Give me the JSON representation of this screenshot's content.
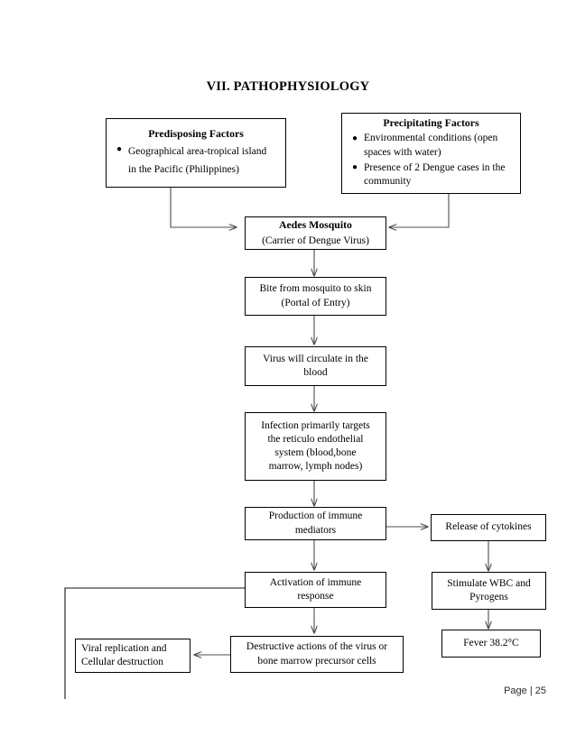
{
  "document": {
    "title": "VII. PATHOPHYSIOLOGY",
    "footer": "Page | 25"
  },
  "chart_data": {
    "type": "diagram",
    "subtype": "flowchart",
    "title": "VII. PATHOPHYSIOLOGY",
    "orientation": "top-to-bottom",
    "nodes": [
      {
        "id": "predisposing",
        "title": "Predisposing Factors",
        "bullets": [
          "Geographical area-tropical island",
          "in the Pacific  (Philippines)"
        ]
      },
      {
        "id": "precipitating",
        "title": "Precipitating  Factors",
        "bullets": [
          "Environmental  conditions  (open spaces with water)",
          "Presence of 2 Dengue  cases  in the community"
        ]
      },
      {
        "id": "aedes",
        "title": "Aedes  Mosquito",
        "sub": "(Carrier of Dengue  Virus)"
      },
      {
        "id": "bite",
        "line1": "Bite  from  mosquito  to skin",
        "line2": "(Portal of Entry)"
      },
      {
        "id": "circulate",
        "line1": "Virus  will  circulate  in the",
        "line2": "blood"
      },
      {
        "id": "infection",
        "line1": "Infection  primarily  targets",
        "line2": "the reticulo  endothelial",
        "line3": "system (blood,bone",
        "line4": "marrow,  lymph nodes)"
      },
      {
        "id": "mediators",
        "line1": "Production  of immune",
        "line2": "mediators"
      },
      {
        "id": "cytokines",
        "line1": "Release  of cytokines"
      },
      {
        "id": "activation",
        "line1": "Activation  of immune",
        "line2": "response"
      },
      {
        "id": "wbc",
        "line1": "Stimulate  WBC and",
        "line2": "Pyrogens"
      },
      {
        "id": "fever",
        "line1": "Fever 38.2°C"
      },
      {
        "id": "destructive",
        "line1": "Destructive  actions  of the virus  or",
        "line2": "bone marrow  precursor  cells"
      },
      {
        "id": "viral",
        "line1": "Viral replication  and",
        "line2": "Cellular  destruction"
      }
    ],
    "edges": [
      {
        "from": "predisposing",
        "to": "aedes"
      },
      {
        "from": "precipitating",
        "to": "aedes"
      },
      {
        "from": "aedes",
        "to": "bite"
      },
      {
        "from": "bite",
        "to": "circulate"
      },
      {
        "from": "circulate",
        "to": "infection"
      },
      {
        "from": "infection",
        "to": "mediators"
      },
      {
        "from": "mediators",
        "to": "cytokines"
      },
      {
        "from": "mediators",
        "to": "activation"
      },
      {
        "from": "cytokines",
        "to": "wbc"
      },
      {
        "from": "wbc",
        "to": "fever"
      },
      {
        "from": "activation",
        "to": "destructive"
      },
      {
        "from": "destructive",
        "to": "viral"
      },
      {
        "from": "activation",
        "to": "feedback-loop-left"
      }
    ],
    "colors": {
      "box_border": "#000000",
      "arrow": "#4d4d4d",
      "text": "#000000",
      "background": "#ffffff"
    }
  }
}
